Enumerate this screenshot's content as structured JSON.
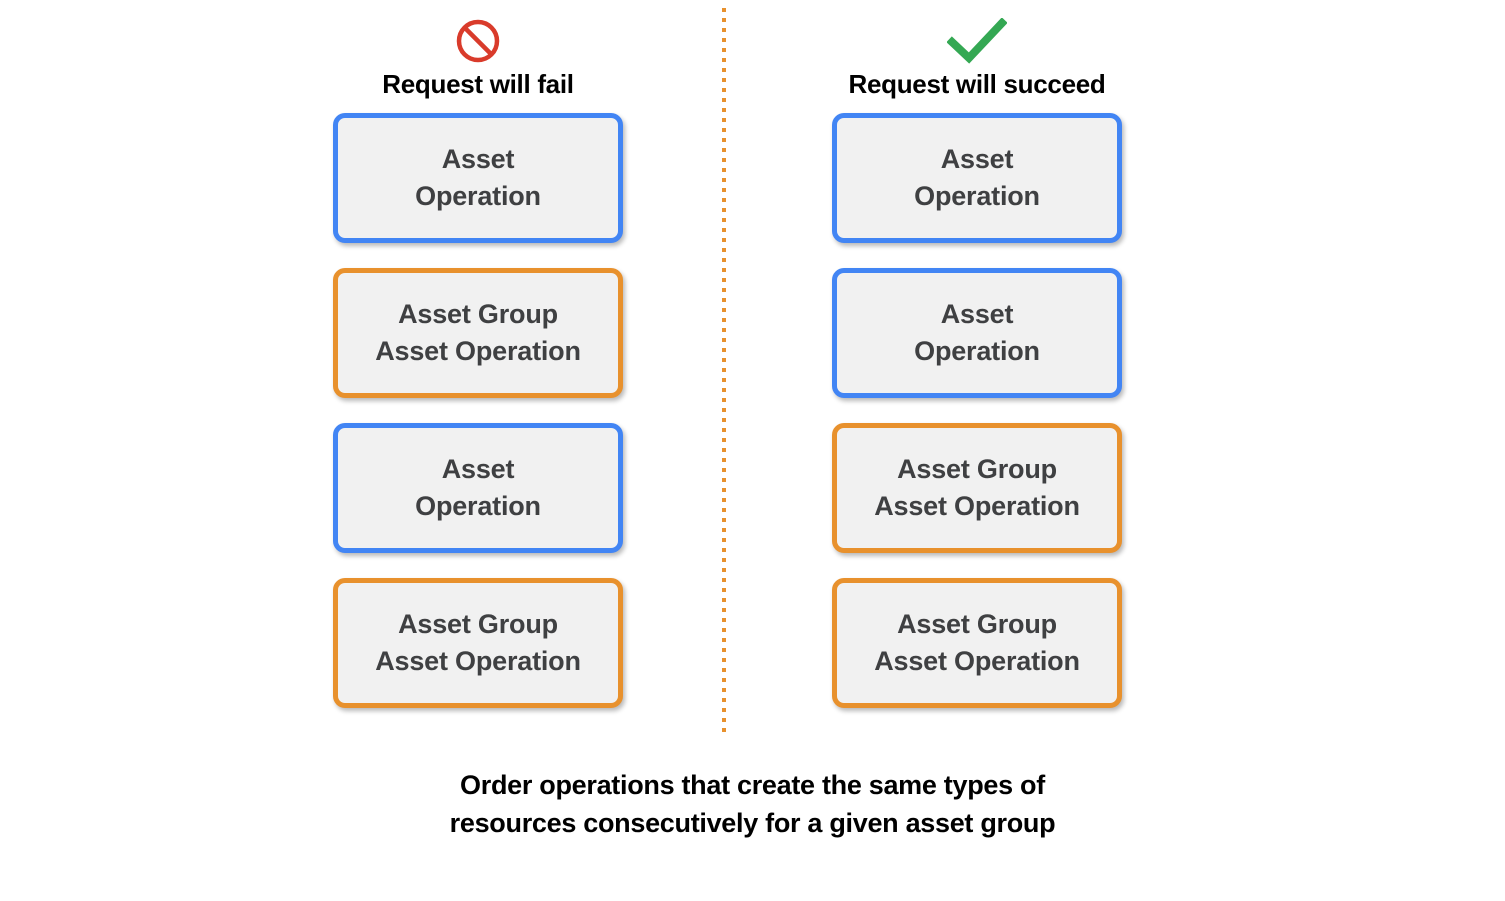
{
  "diagram": {
    "divider": {
      "style": "dotted-vertical",
      "color": "#e8912d"
    },
    "columns": [
      {
        "id": "fail",
        "icon": "prohibition-icon",
        "icon_color": "#d93b2b",
        "header": "Request will fail",
        "boxes": [
          {
            "color": "#4285f4",
            "type": "asset-operation",
            "lines": [
              "Asset",
              "Operation"
            ]
          },
          {
            "color": "#e8912d",
            "type": "asset-group-asset-operation",
            "lines": [
              "Asset Group",
              "Asset Operation"
            ]
          },
          {
            "color": "#4285f4",
            "type": "asset-operation",
            "lines": [
              "Asset",
              "Operation"
            ]
          },
          {
            "color": "#e8912d",
            "type": "asset-group-asset-operation",
            "lines": [
              "Asset Group",
              "Asset Operation"
            ]
          }
        ]
      },
      {
        "id": "succeed",
        "icon": "check-icon",
        "icon_color": "#34a853",
        "header": "Request will succeed",
        "boxes": [
          {
            "color": "#4285f4",
            "type": "asset-operation",
            "lines": [
              "Asset",
              "Operation"
            ]
          },
          {
            "color": "#4285f4",
            "type": "asset-operation",
            "lines": [
              "Asset",
              "Operation"
            ]
          },
          {
            "color": "#e8912d",
            "type": "asset-group-asset-operation",
            "lines": [
              "Asset Group",
              "Asset Operation"
            ]
          },
          {
            "color": "#e8912d",
            "type": "asset-group-asset-operation",
            "lines": [
              "Asset Group",
              "Asset Operation"
            ]
          }
        ]
      }
    ],
    "caption": {
      "line1": "Order operations that create the same types of",
      "line2": "resources consecutively for a given asset group"
    },
    "colors": {
      "blue_border": "#4285f4",
      "orange_border": "#e8912d",
      "box_fill": "#f1f1f1",
      "box_text": "#3f4042",
      "heading_text": "#000000",
      "background": "#ffffff"
    }
  }
}
